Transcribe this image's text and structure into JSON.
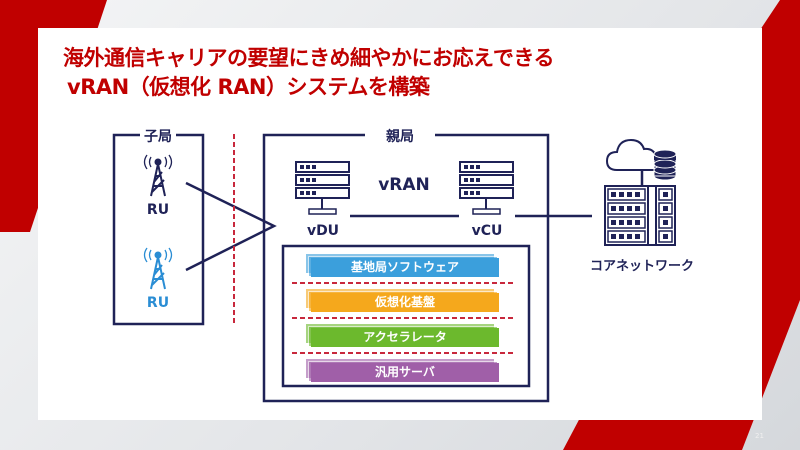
{
  "title": {
    "line1": "海外通信キャリアの要望にきめ細やかにお応えできる",
    "line2": "vRAN（仮想化 RAN）システムを構築"
  },
  "diagram": {
    "child_station": {
      "label": "子局",
      "ru_top": "RU",
      "ru_bottom": "RU"
    },
    "parent_station": {
      "label": "親局",
      "vran_label": "vRAN",
      "vdu": "vDU",
      "vcu": "vCU"
    },
    "layers": [
      {
        "label": "基地局ソフトウェア",
        "color": "#3b9fdc"
      },
      {
        "label": "仮想化基盤",
        "color": "#f5a81c"
      },
      {
        "label": "アクセラレータ",
        "color": "#6cb92d"
      },
      {
        "label": "汎用サーバ",
        "color": "#a05fa8"
      }
    ],
    "core_network": "コアネットワーク"
  },
  "page_number": "21",
  "colors": {
    "brand_red": "#c00000",
    "navy": "#1f2257",
    "ru_blue": "#2a8dd4",
    "divider": "#c8283c"
  }
}
